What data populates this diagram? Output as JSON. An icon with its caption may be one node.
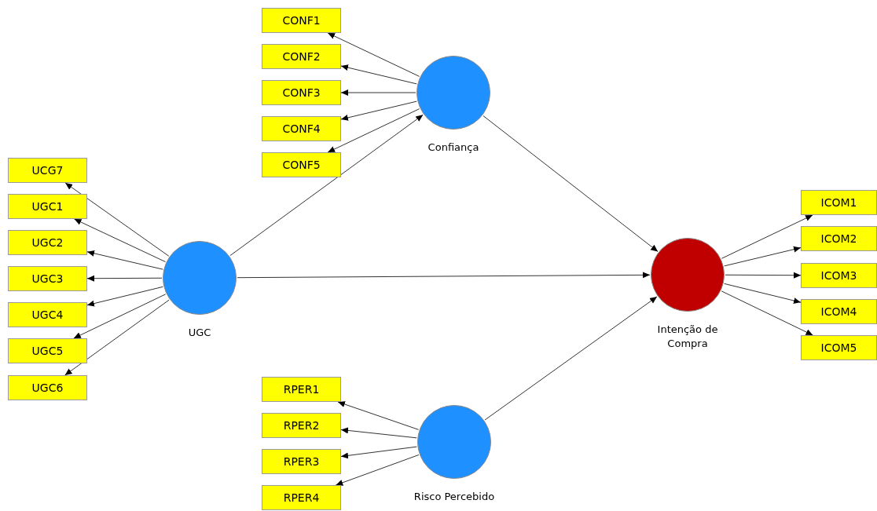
{
  "diagram": {
    "nodes": [
      {
        "text": [
          "CONF1"
        ]
      },
      {
        "text": [
          "CONF2"
        ]
      },
      {
        "text": [
          "CONF3"
        ]
      },
      {
        "text": [
          "CONF4"
        ]
      },
      {
        "text": [
          "CONF5"
        ]
      },
      {
        "text": [
          "Confiança"
        ]
      },
      {
        "text": [
          "UCG7"
        ]
      },
      {
        "text": [
          "UGC1"
        ]
      },
      {
        "text": [
          "UGC2"
        ]
      },
      {
        "text": [
          "UGC3"
        ]
      },
      {
        "text": [
          "UGC4"
        ]
      },
      {
        "text": [
          "UGC5"
        ]
      },
      {
        "text": [
          "UGC6"
        ]
      },
      {
        "text": [
          "UGC"
        ]
      },
      {
        "text": [
          "Intenção de Compra"
        ]
      },
      {
        "text": [
          "ICOM1"
        ]
      },
      {
        "text": [
          "ICOM2"
        ]
      },
      {
        "text": [
          "ICOM3"
        ]
      },
      {
        "text": [
          "ICOM4"
        ]
      },
      {
        "text": [
          "ICOM5"
        ]
      },
      {
        "text": [
          "RPER1"
        ]
      },
      {
        "text": [
          "RPER2"
        ]
      },
      {
        "text": [
          "RPER3"
        ]
      },
      {
        "text": [
          "RPER4"
        ]
      },
      {
        "text": [
          "Risco Percebido"
        ]
      }
    ],
    "edges": [
      {
        "from": 5,
        "to": 0,
        "arrow": "to"
      },
      {
        "from": 5,
        "to": 1,
        "arrow": "to"
      },
      {
        "from": 5,
        "to": 2,
        "arrow": "to"
      },
      {
        "from": 5,
        "to": 3,
        "arrow": "to"
      },
      {
        "from": 5,
        "to": 4,
        "arrow": "to"
      },
      {
        "from": 13,
        "to": 6,
        "arrow": "to"
      },
      {
        "from": 13,
        "to": 7,
        "arrow": "to"
      },
      {
        "from": 13,
        "to": 8,
        "arrow": "to"
      },
      {
        "from": 13,
        "to": 9,
        "arrow": "to"
      },
      {
        "from": 13,
        "to": 10,
        "arrow": "to"
      },
      {
        "from": 13,
        "to": 11,
        "arrow": "to"
      },
      {
        "from": 13,
        "to": 12,
        "arrow": "to"
      },
      {
        "from": 13,
        "to": 5,
        "arrow": "to"
      },
      {
        "from": 13,
        "to": 14,
        "arrow": "to"
      },
      {
        "from": 5,
        "to": 14,
        "arrow": "to"
      },
      {
        "from": 24,
        "to": 14,
        "arrow": "to"
      },
      {
        "from": 14,
        "to": 15,
        "arrow": "to"
      },
      {
        "from": 14,
        "to": 16,
        "arrow": "to"
      },
      {
        "from": 14,
        "to": 17,
        "arrow": "to"
      },
      {
        "from": 14,
        "to": 18,
        "arrow": "to"
      },
      {
        "from": 14,
        "to": 19,
        "arrow": "to"
      },
      {
        "from": 24,
        "to": 20,
        "arrow": "to"
      },
      {
        "from": 24,
        "to": 21,
        "arrow": "to"
      },
      {
        "from": 24,
        "to": 22,
        "arrow": "to"
      },
      {
        "from": 24,
        "to": 23,
        "arrow": "to"
      }
    ]
  }
}
